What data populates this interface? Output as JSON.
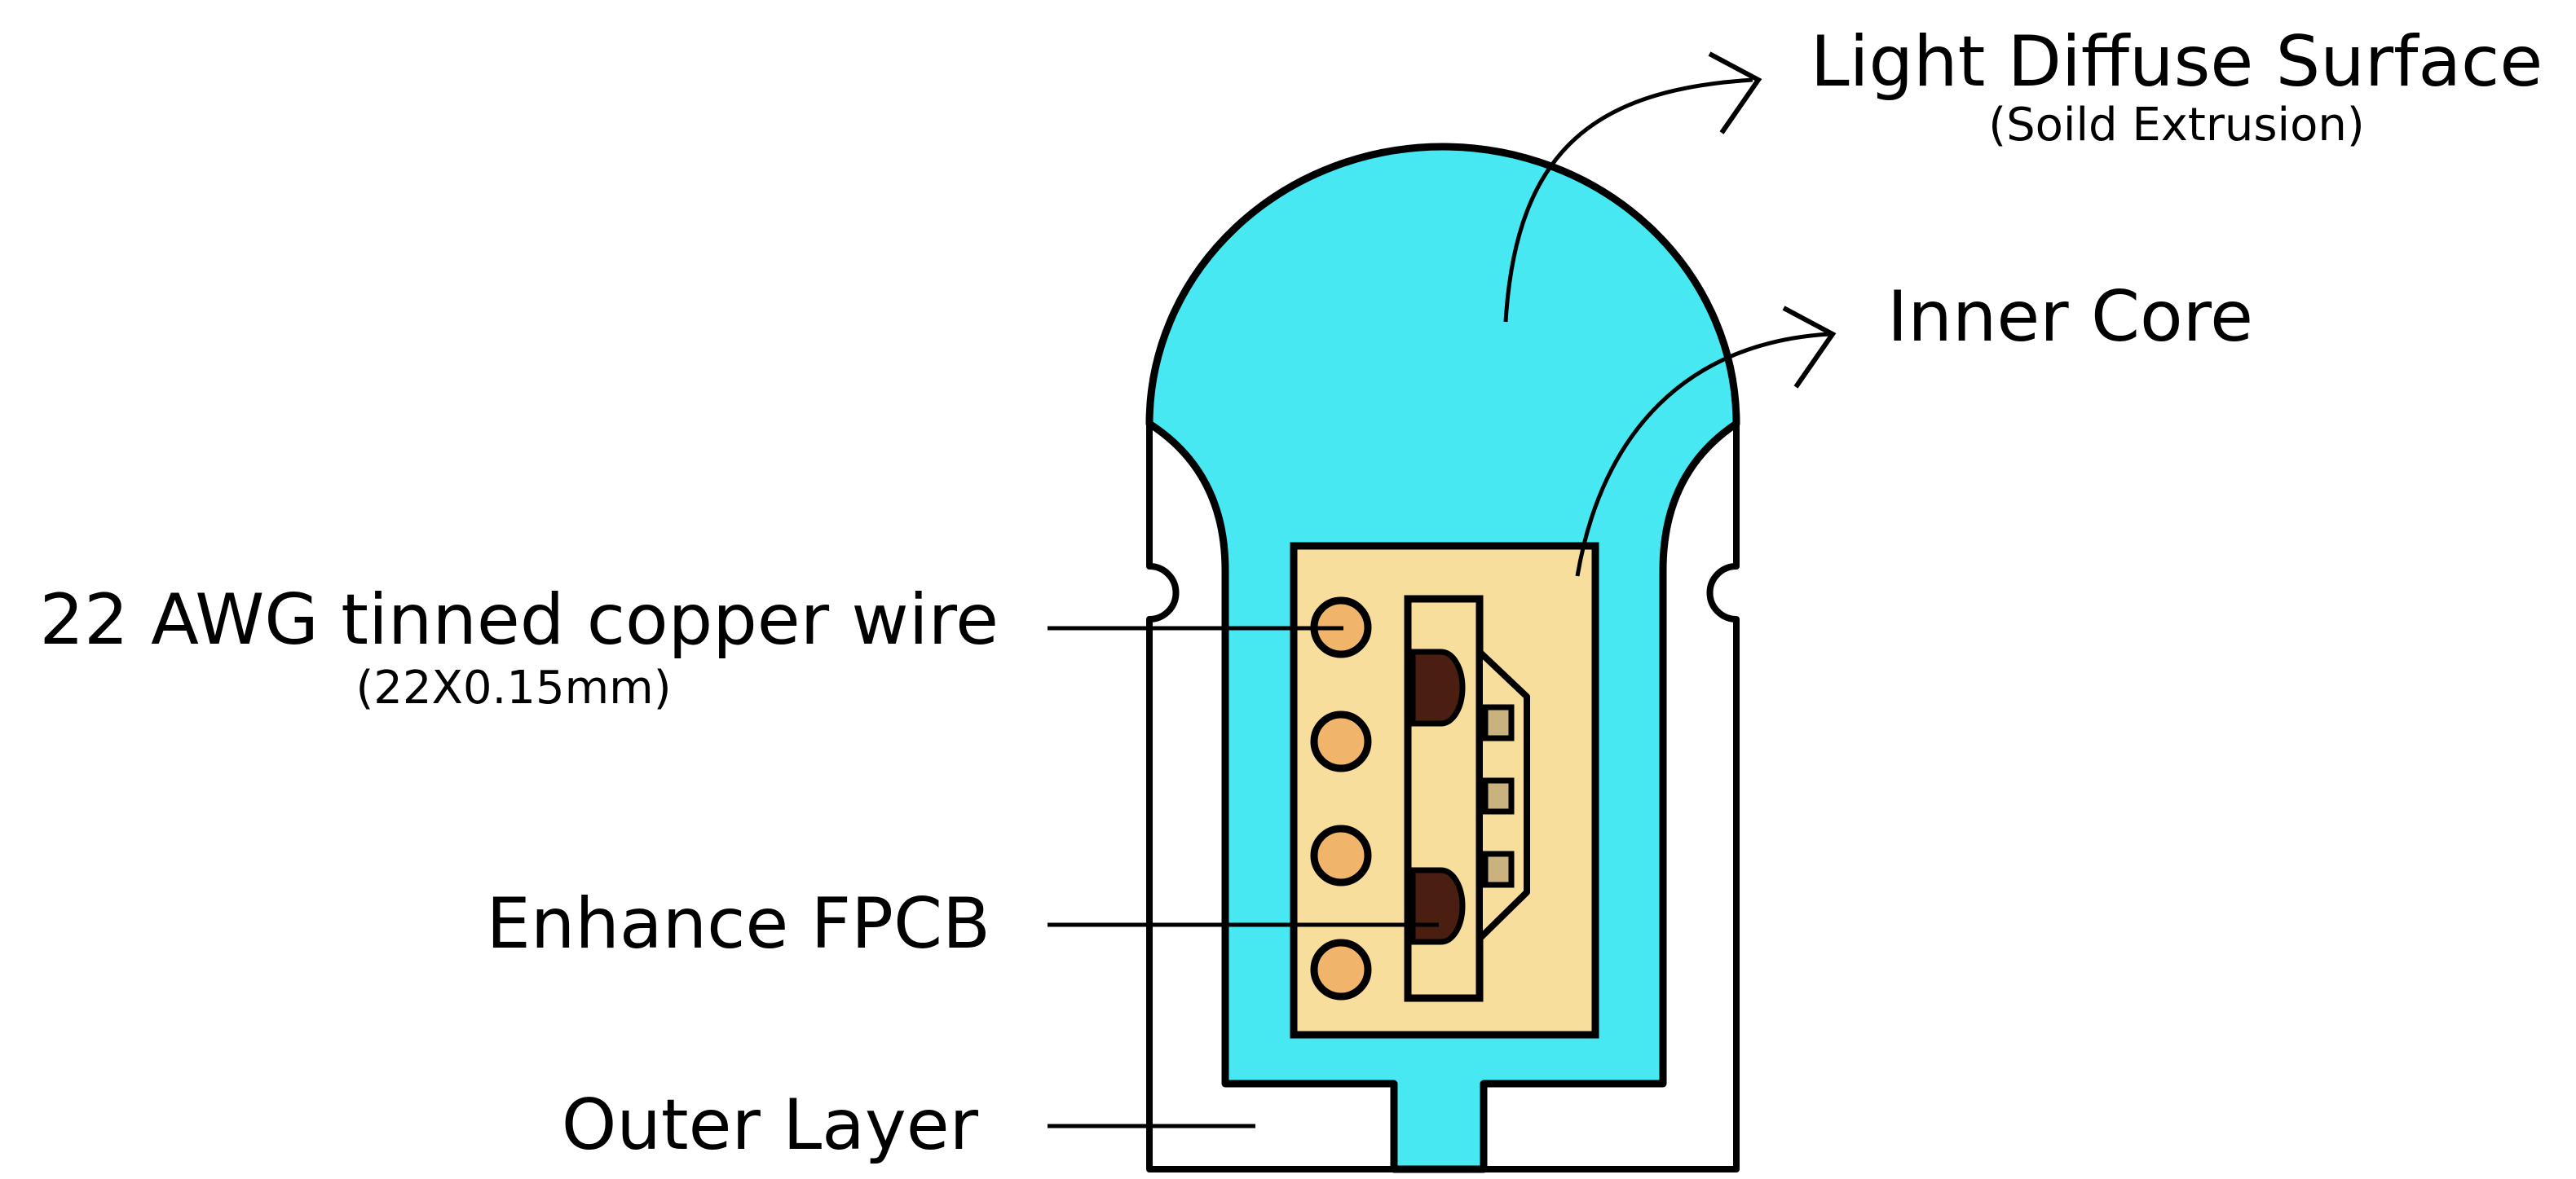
{
  "labels": {
    "light_diffuse_surface": "Light Diffuse Surface",
    "light_diffuse_surface_note": "(Soild Extrusion)",
    "inner_core": "Inner Core",
    "copper_wire": "22 AWG tinned copper wire",
    "copper_wire_note": "(22X0.15mm)",
    "fpcb": "Enhance FPCB",
    "outer_layer": "Outer Layer"
  },
  "colors": {
    "diffuser": "#47E8F2",
    "inner_core": "#F8DE9C",
    "wire": "#F0B46A",
    "led_chip": "#4A1E10",
    "led_pad": "#C9B27D",
    "outline": "#000000",
    "outer_layer": "#FFFFFF"
  }
}
